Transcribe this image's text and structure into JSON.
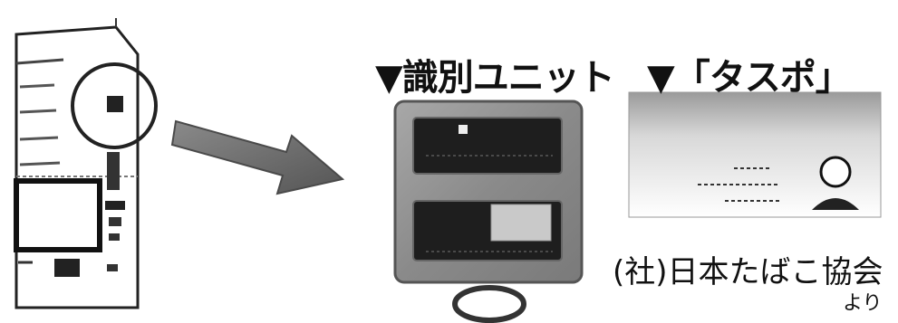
{
  "labels": {
    "identification_unit": "▼識別ユニット",
    "taspo_card": "▼「タスポ」",
    "source": "(社)日本たばこ協会",
    "source_suffix": "より"
  },
  "icons": {
    "vending_machine": "vending-machine-icon",
    "arrow": "arrow-right-icon",
    "identification_unit": "card-reader-unit-icon",
    "taspo_card": "id-card-icon",
    "person_photo": "person-photo-icon"
  },
  "colors": {
    "ink": "#111111",
    "unit_frame": "#8f8f8f",
    "unit_slot": "#2a2a2a",
    "arrow": "#6e6e6e",
    "card_shade": "#bdbdbd"
  }
}
